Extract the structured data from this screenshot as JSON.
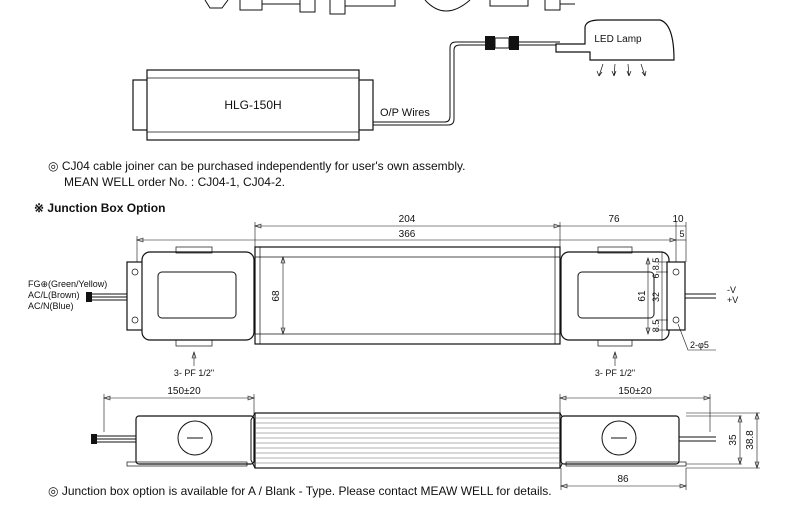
{
  "top_diagram": {
    "lamp_label": "LED Lamp",
    "driver_label": "HLG-150H",
    "wires_label": "O/P Wires"
  },
  "note_cj04": {
    "bullet": "◎",
    "line1": "CJ04 cable joiner can be purchased independently for user's own assembly.",
    "line2": "MEAN WELL order No. : CJ04-1, CJ04-2."
  },
  "junction_heading": {
    "mark": "※",
    "title": "Junction Box Option"
  },
  "top_view": {
    "dim_204": "204",
    "dim_366": "366",
    "dim_76": "76",
    "dim_10": "10",
    "dim_5": "5",
    "dim_68": "68",
    "dim_61": "61",
    "dim_32": "32",
    "dim_85a": "8.5",
    "dim_6": "6",
    "dim_85b": "8.5",
    "wire_fg": "FG⊕(Green/Yellow)",
    "wire_acl": "AC/L(Brown)",
    "wire_acn": "AC/N(Blue)",
    "out_neg": "-V",
    "out_pos": "+V",
    "pf_left": "3- PF 1/2\"",
    "pf_right": "3- PF 1/2\"",
    "hole": "2-φ5"
  },
  "side_view": {
    "dim_150_left": "150±20",
    "dim_150_right": "150±20",
    "dim_35": "35",
    "dim_388": "38.8",
    "dim_86": "86"
  },
  "note_junction": {
    "bullet": "◎",
    "text": "Junction box option is available for  A / Blank - Type. Please contact MEAW WELL for details."
  }
}
